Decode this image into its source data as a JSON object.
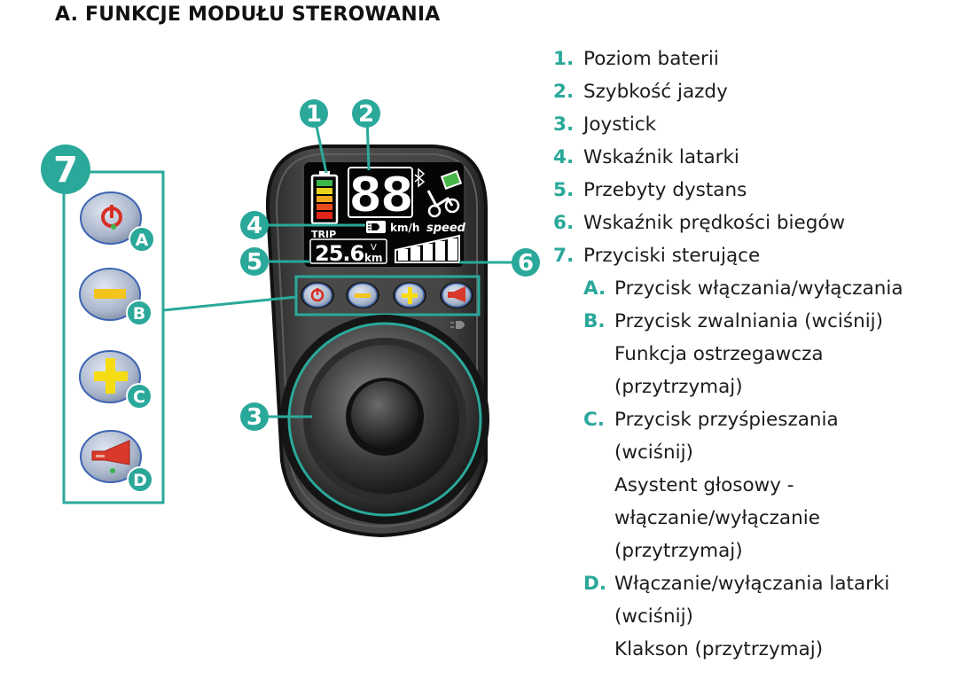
{
  "title": "A. FUNKCJE MODUŁU STEROWANIA",
  "colors": {
    "accent": "#2aa89a",
    "body": "#3a3a3a",
    "button_fill": "#b9c4d6",
    "power_red": "#d62f23",
    "minus_yellow": "#f2c41c",
    "plus_yellow": "#f6dc12",
    "horn_red": "#d8392b"
  },
  "callouts": {
    "c1": "1",
    "c2": "2",
    "c3": "3",
    "c4": "4",
    "c5": "5",
    "c6": "6",
    "c7": "7"
  },
  "button_letters": {
    "a": "A",
    "b": "B",
    "c": "C",
    "d": "D"
  },
  "display": {
    "speed_digits": "88",
    "unit": "km/h",
    "speed_word": "speed",
    "trip_label": "TRIP",
    "trip_value": "25.6",
    "trip_unit_v": "V",
    "trip_unit_km": "km",
    "battery_bars": 5,
    "gear_bars": 5
  },
  "legend": {
    "items": [
      {
        "num": "1.",
        "text": "Poziom baterii"
      },
      {
        "num": "2.",
        "text": "Szybkość jazdy"
      },
      {
        "num": "3.",
        "text": "Joystick"
      },
      {
        "num": "4.",
        "text": "Wskaźnik latarki"
      },
      {
        "num": "5.",
        "text": "Przebyty dystans"
      },
      {
        "num": "6.",
        "text": "Wskaźnik prędkości biegów"
      },
      {
        "num": "7.",
        "text": "Przyciski sterujące"
      }
    ],
    "sub": [
      {
        "letter": "A.",
        "lines": [
          "Przycisk włączania/wyłączania"
        ]
      },
      {
        "letter": "B.",
        "lines": [
          "Przycisk zwalniania (wciśnij)",
          "Funkcja ostrzegawcza",
          "(przytrzymaj)"
        ]
      },
      {
        "letter": "C.",
        "lines": [
          "Przycisk przyśpieszania",
          "(wciśnij)",
          "Asystent głosowy -",
          "włączanie/wyłączanie",
          "(przytrzymaj)"
        ]
      },
      {
        "letter": "D.",
        "lines": [
          "Włączanie/wyłączania latarki",
          "(wciśnij)",
          "Klakson (przytrzymaj)"
        ]
      }
    ]
  }
}
